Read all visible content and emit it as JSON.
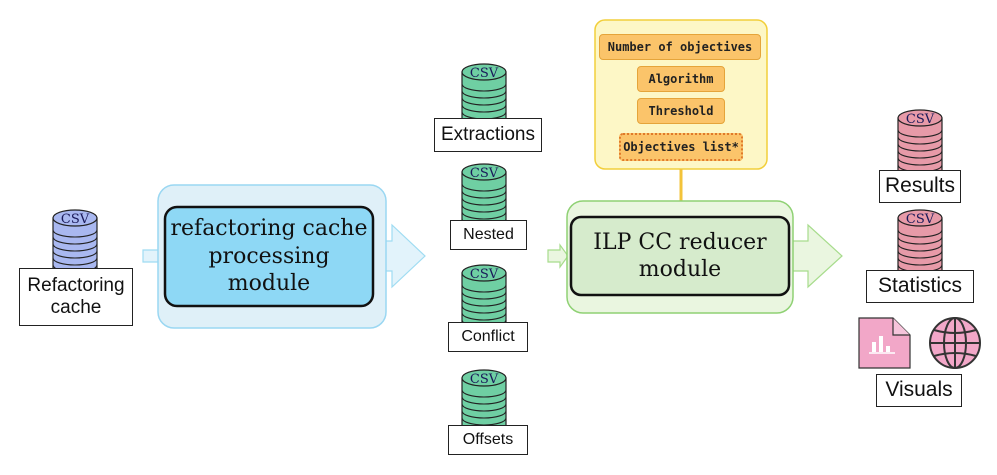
{
  "input": {
    "icon_text": "CSV",
    "label": "Refactoring\ncache"
  },
  "processing_module": {
    "title": "refactoring cache\nprocessing module"
  },
  "intermediate_outputs": [
    {
      "icon_text": "CSV",
      "label": "Extractions"
    },
    {
      "icon_text": "CSV",
      "label": "Nested"
    },
    {
      "icon_text": "CSV",
      "label": "Conflict"
    },
    {
      "icon_text": "CSV",
      "label": "Offsets"
    }
  ],
  "parameters": [
    {
      "label": "Number of objectives",
      "style": "solid"
    },
    {
      "label": "Algorithm",
      "style": "solid"
    },
    {
      "label": "Threshold",
      "style": "solid"
    },
    {
      "label": "Objectives list*",
      "style": "dashed"
    }
  ],
  "reducer_module": {
    "title": "ILP CC reducer\nmodule"
  },
  "final_outputs": [
    {
      "icon_text": "CSV",
      "label": "Results"
    },
    {
      "icon_text": "CSV",
      "label": "Statistics"
    }
  ],
  "visuals": {
    "label": "Visuals",
    "icons": [
      "chart-document-icon",
      "globe-icon"
    ]
  },
  "colors": {
    "blue_db": "#a9b8f0",
    "green_db": "#6fcfa3",
    "red_db": "#e79aa8",
    "processing_fill": "#dff0f8",
    "processing_inner": "#8ed8f5",
    "reducer_fill": "#eaf6e0",
    "reducer_inner": "#d6ebcc",
    "params_fill": "#fdf7c6",
    "params_border": "#f2cf3b",
    "visual_pink": "#f2a7c8"
  }
}
